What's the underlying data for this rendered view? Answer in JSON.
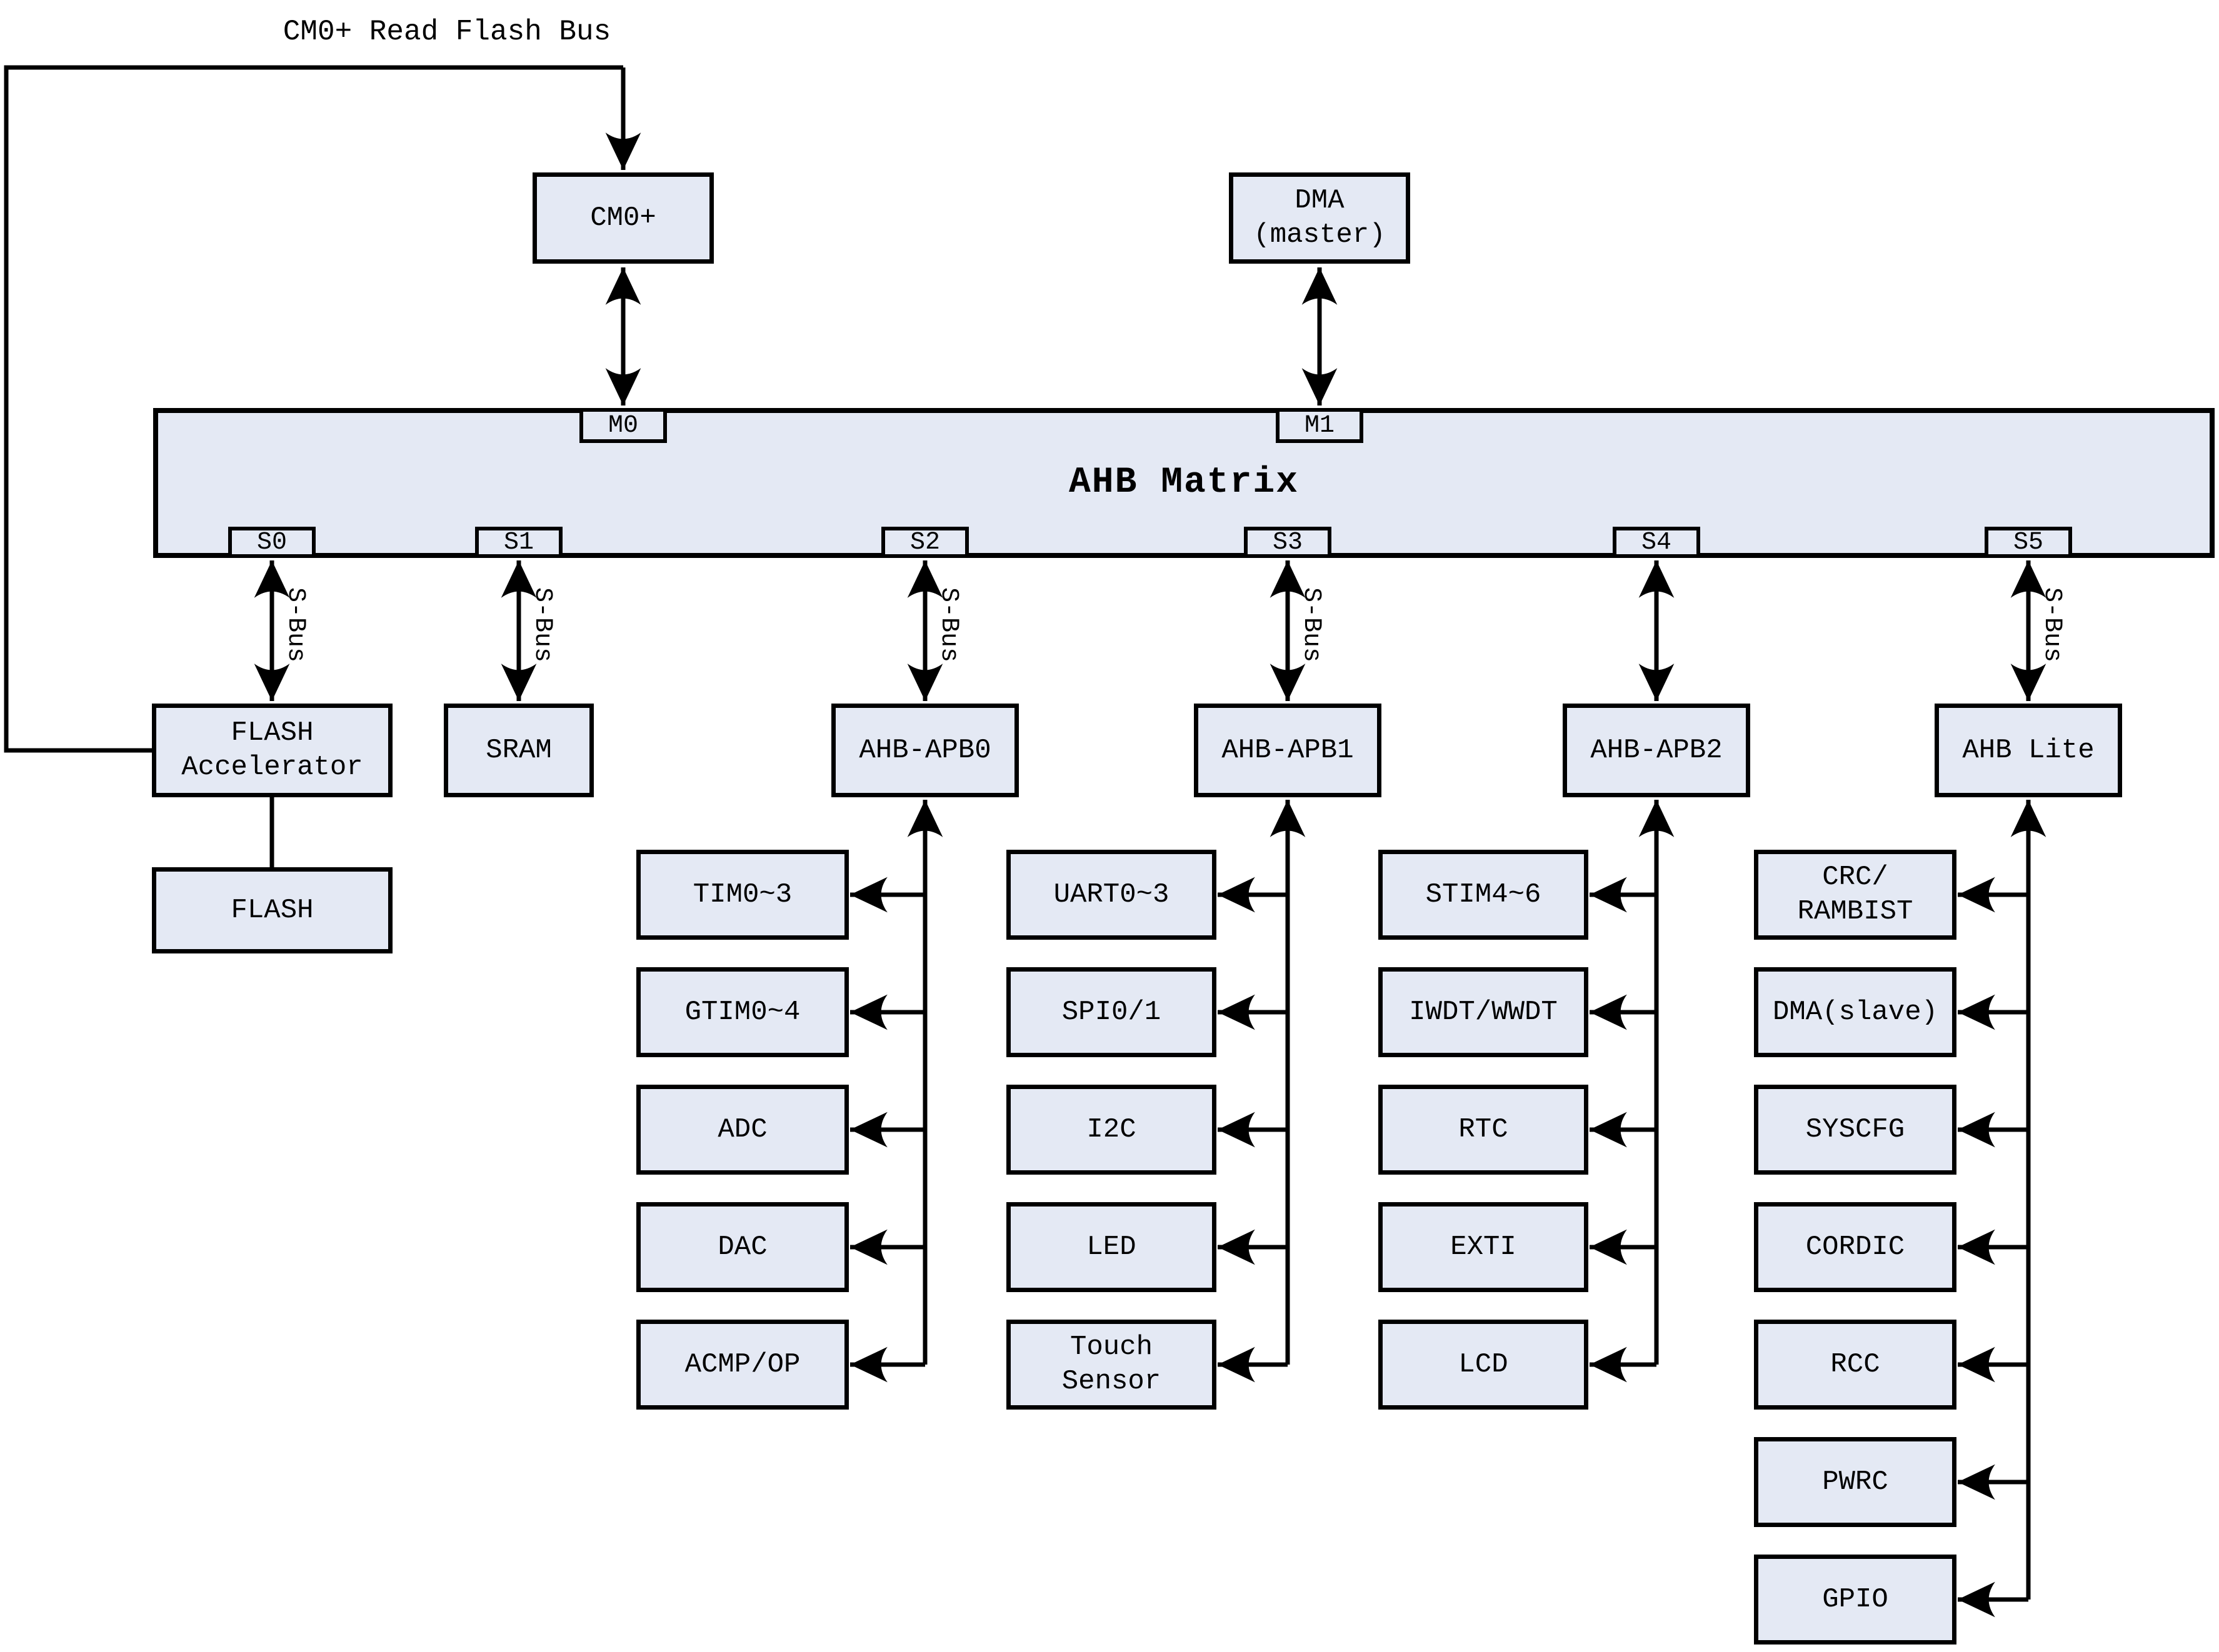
{
  "top_bus": {
    "label": "CM0+ Read Flash Bus"
  },
  "masters": {
    "cm0": {
      "label": "CM0+"
    },
    "dma": {
      "label": "DMA\n(master)"
    }
  },
  "matrix": {
    "title": "AHB Matrix",
    "master_ports": [
      "M0",
      "M1"
    ],
    "slave_ports": [
      "S0",
      "S1",
      "S2",
      "S3",
      "S4",
      "S5"
    ]
  },
  "sbus_label": "S-Bus",
  "memory": {
    "flash_accelerator": "FLASH\nAccelerator",
    "flash": "FLASH",
    "sram": "SRAM"
  },
  "columns": [
    {
      "bridge": "AHB-APB0",
      "peripherals": [
        "TIM0~3",
        "GTIM0~4",
        "ADC",
        "DAC",
        "ACMP/OP"
      ]
    },
    {
      "bridge": "AHB-APB1",
      "peripherals": [
        "UART0~3",
        "SPI0/1",
        "I2C",
        "LED",
        "Touch\nSensor"
      ]
    },
    {
      "bridge": "AHB-APB2",
      "peripherals": [
        "STIM4~6",
        "IWDT/WWDT",
        "RTC",
        "EXTI",
        "LCD"
      ]
    },
    {
      "bridge": "AHB Lite",
      "peripherals": [
        "CRC/\nRAMBIST",
        "DMA(slave)",
        "SYSCFG",
        "CORDIC",
        "RCC",
        "PWRC",
        "GPIO"
      ]
    }
  ],
  "colors": {
    "box_fill": "#E4E9F4",
    "line": "#000000"
  }
}
